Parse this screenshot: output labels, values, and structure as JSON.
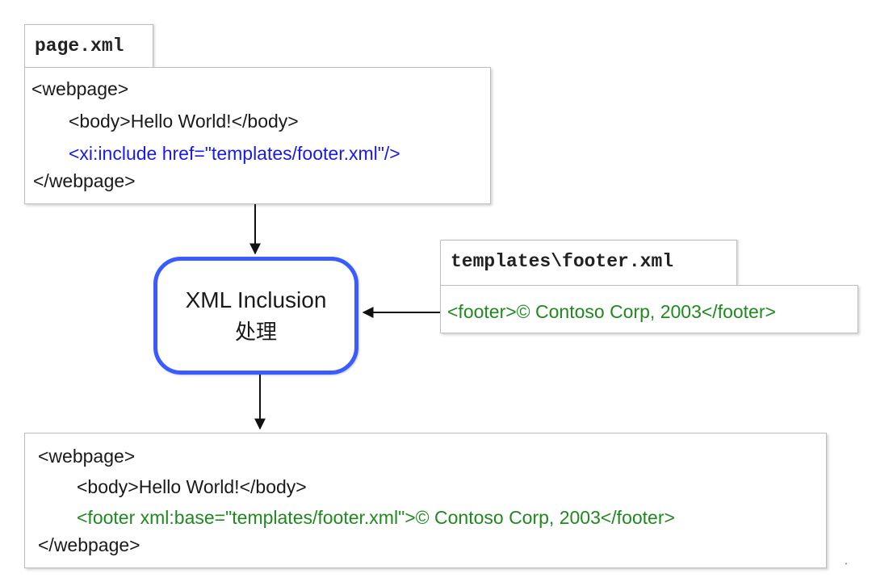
{
  "source": {
    "title": "page.xml",
    "lines": [
      "<webpage>",
      "<body>Hello World!</body>",
      "<xi:include href=\"templates/footer.xml\"/>",
      "</webpage>"
    ]
  },
  "process": {
    "line1": "XML Inclusion",
    "line2": "处理"
  },
  "template": {
    "title": "templates\\footer.xml",
    "line": "<footer>© Contoso Corp, 2003</footer>"
  },
  "result": {
    "lines": [
      "<webpage>",
      "<body>Hello World!</body>",
      "<footer xml:base=\"templates/footer.xml\">© Contoso Corp, 2003</footer>",
      "</webpage>"
    ]
  },
  "colors": {
    "include_text": "#1a1ae8",
    "footer_text": "#1e8a1e",
    "process_border": "#3a5bff"
  }
}
